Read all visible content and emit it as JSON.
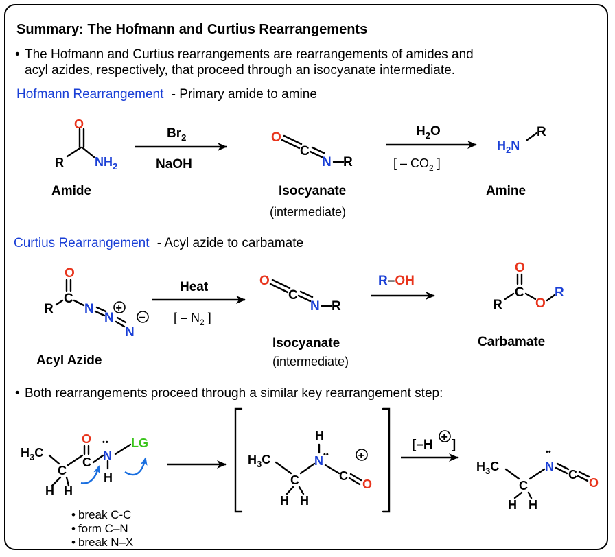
{
  "title": "Summary: The Hofmann and Curtius Rearrangements",
  "intro": {
    "bullet": "•",
    "line1": "The Hofmann and Curtius rearrangements are rearrangements of amides and",
    "line2": "acyl azides, respectively, that proceed through an isocyanate intermediate."
  },
  "hofmann": {
    "heading": "Hofmann Rearrangement",
    "subheading": "- Primary amide to amine",
    "amide_label": "Amide",
    "reagent_top": "Br",
    "reagent_top_sub": "2",
    "reagent_bottom": "NaOH",
    "isocyanate_label": "Isocyanate",
    "isocyanate_note": "(intermediate)",
    "step2_top": "H",
    "step2_top_sub": "2",
    "step2_top_end": "O",
    "step2_bottom": "[ – CO",
    "step2_bottom_sub": "2",
    "step2_bottom_end": " ]",
    "amine_label": "Amine"
  },
  "curtius": {
    "heading": "Curtius Rearrangement",
    "subheading": "- Acyl azide to carbamate",
    "azide_label": "Acyl Azide",
    "reagent_top": "Heat",
    "reagent_bottom": "[ – N",
    "reagent_bottom_sub": "2",
    "reagent_bottom_end": " ]",
    "isocyanate_label": "Isocyanate",
    "isocyanate_note": "(intermediate)",
    "step2_r": "R",
    "step2_dash": "–",
    "step2_oh": "OH",
    "carbamate_label": "Carbamate"
  },
  "mechanism": {
    "bullet_text": "Both rearrangements proceed through a similar key rearrangement step:",
    "lg": "LG",
    "step_reagent": "[–H",
    "step_reagent_end": " ]",
    "notes": [
      "break C-C",
      "form C–N",
      "break N–X"
    ]
  },
  "atoms": {
    "R": "R",
    "O": "O",
    "C": "C",
    "N": "N",
    "H": "H",
    "NH": "NH",
    "two": "2",
    "H2N_H": "H",
    "H2N_N": "N",
    "H3C_H": "H",
    "H3C_3": "3",
    "H3C_C": "C",
    "lone_pair": "••",
    "plus": "+",
    "minus": "−"
  },
  "colors": {
    "heading_blue": "#1a3fd6",
    "oxygen_red": "#e8341c",
    "nitrogen_blue": "#1a3fd6",
    "leaving_group_green": "#39c41a",
    "curved_arrow": "#1a6fe0"
  }
}
